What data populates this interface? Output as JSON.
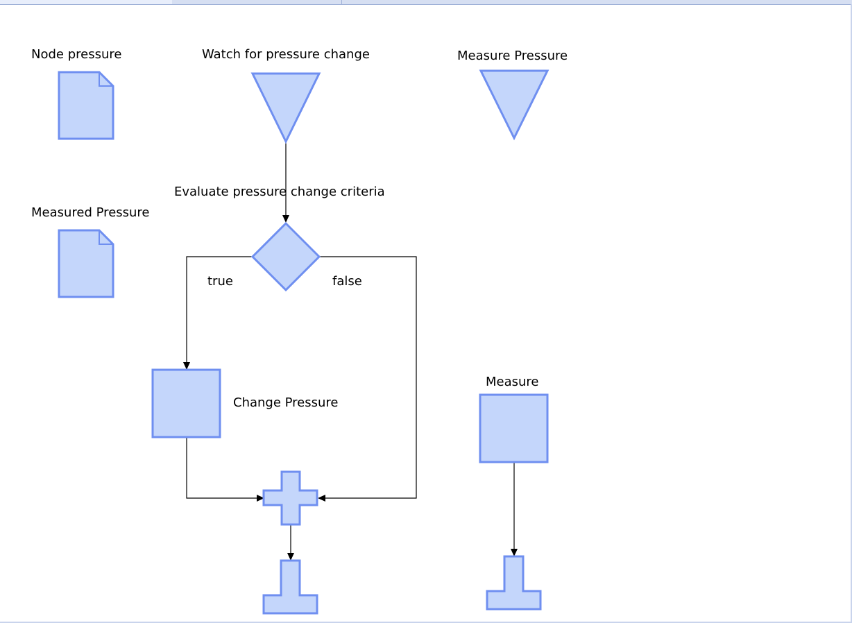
{
  "labels": {
    "node_pressure": "Node pressure",
    "watch_for_pressure_change": "Watch for pressure change",
    "measure_pressure": "Measure Pressure",
    "evaluate_criteria": "Evaluate pressure change criteria",
    "measured_pressure": "Measured Pressure",
    "true_branch": "true",
    "false_branch": "false",
    "change_pressure": "Change Pressure",
    "measure": "Measure"
  },
  "colors": {
    "node_fill": "#c4d6fb",
    "node_stroke": "#6f8ff0",
    "edge": "#000000"
  }
}
